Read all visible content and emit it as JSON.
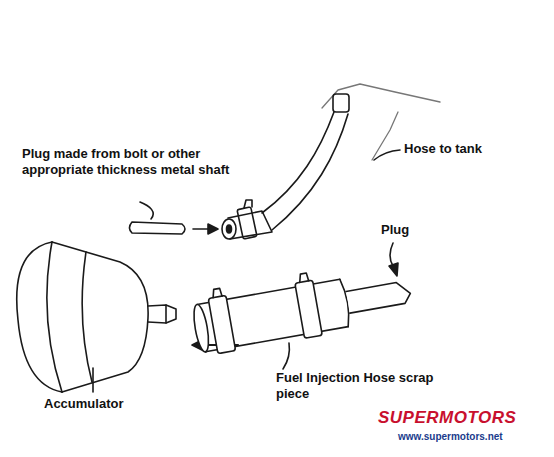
{
  "diagram": {
    "labels": [
      "Plug made from bolt or other appropriate thickness metal shaft",
      "Hose to tank",
      "Plug",
      "Fuel Injection Hose scrap piece",
      "Accumulator",
      "SUPERMOTORS",
      "www.supermotors.net"
    ]
  }
}
